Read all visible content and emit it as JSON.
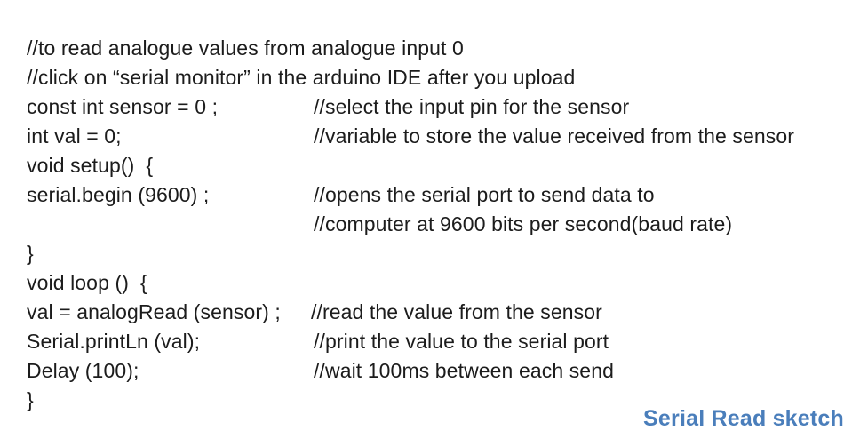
{
  "document": {
    "background_color": "#ffffff",
    "text_color": "#1c1c1c",
    "accent_color": "#4a7ebb",
    "lines": [
      {
        "code": "//to read analogue values from analogue input 0",
        "comment": ""
      },
      {
        "code": "//click on “serial monitor” in the arduino IDE after you upload",
        "comment": ""
      },
      {
        "code": "const int sensor = 0 ;",
        "comment": "//select the input pin for the sensor"
      },
      {
        "code": "int val = 0;",
        "comment": "//variable to store the value received from the sensor"
      },
      {
        "code": "void setup()  {",
        "comment": ""
      },
      {
        "code": "serial.begin (9600) ;",
        "comment": "//opens the serial port to send data to"
      },
      {
        "code": "",
        "comment": "//computer at 9600 bits per second(baud rate)"
      },
      {
        "code": "}",
        "comment": ""
      },
      {
        "code": "void loop ()  {",
        "comment": ""
      },
      {
        "code": "val = analogRead (sensor) ;",
        "comment": "//read the value from the sensor",
        "tight": true
      },
      {
        "code": "Serial.printLn (val);",
        "comment": "//print the value to the serial port"
      },
      {
        "code": "Delay (100);",
        "comment": "//wait 100ms between each send"
      },
      {
        "code": "}",
        "comment": ""
      }
    ]
  },
  "caption": {
    "label": "Serial Read sketch"
  }
}
